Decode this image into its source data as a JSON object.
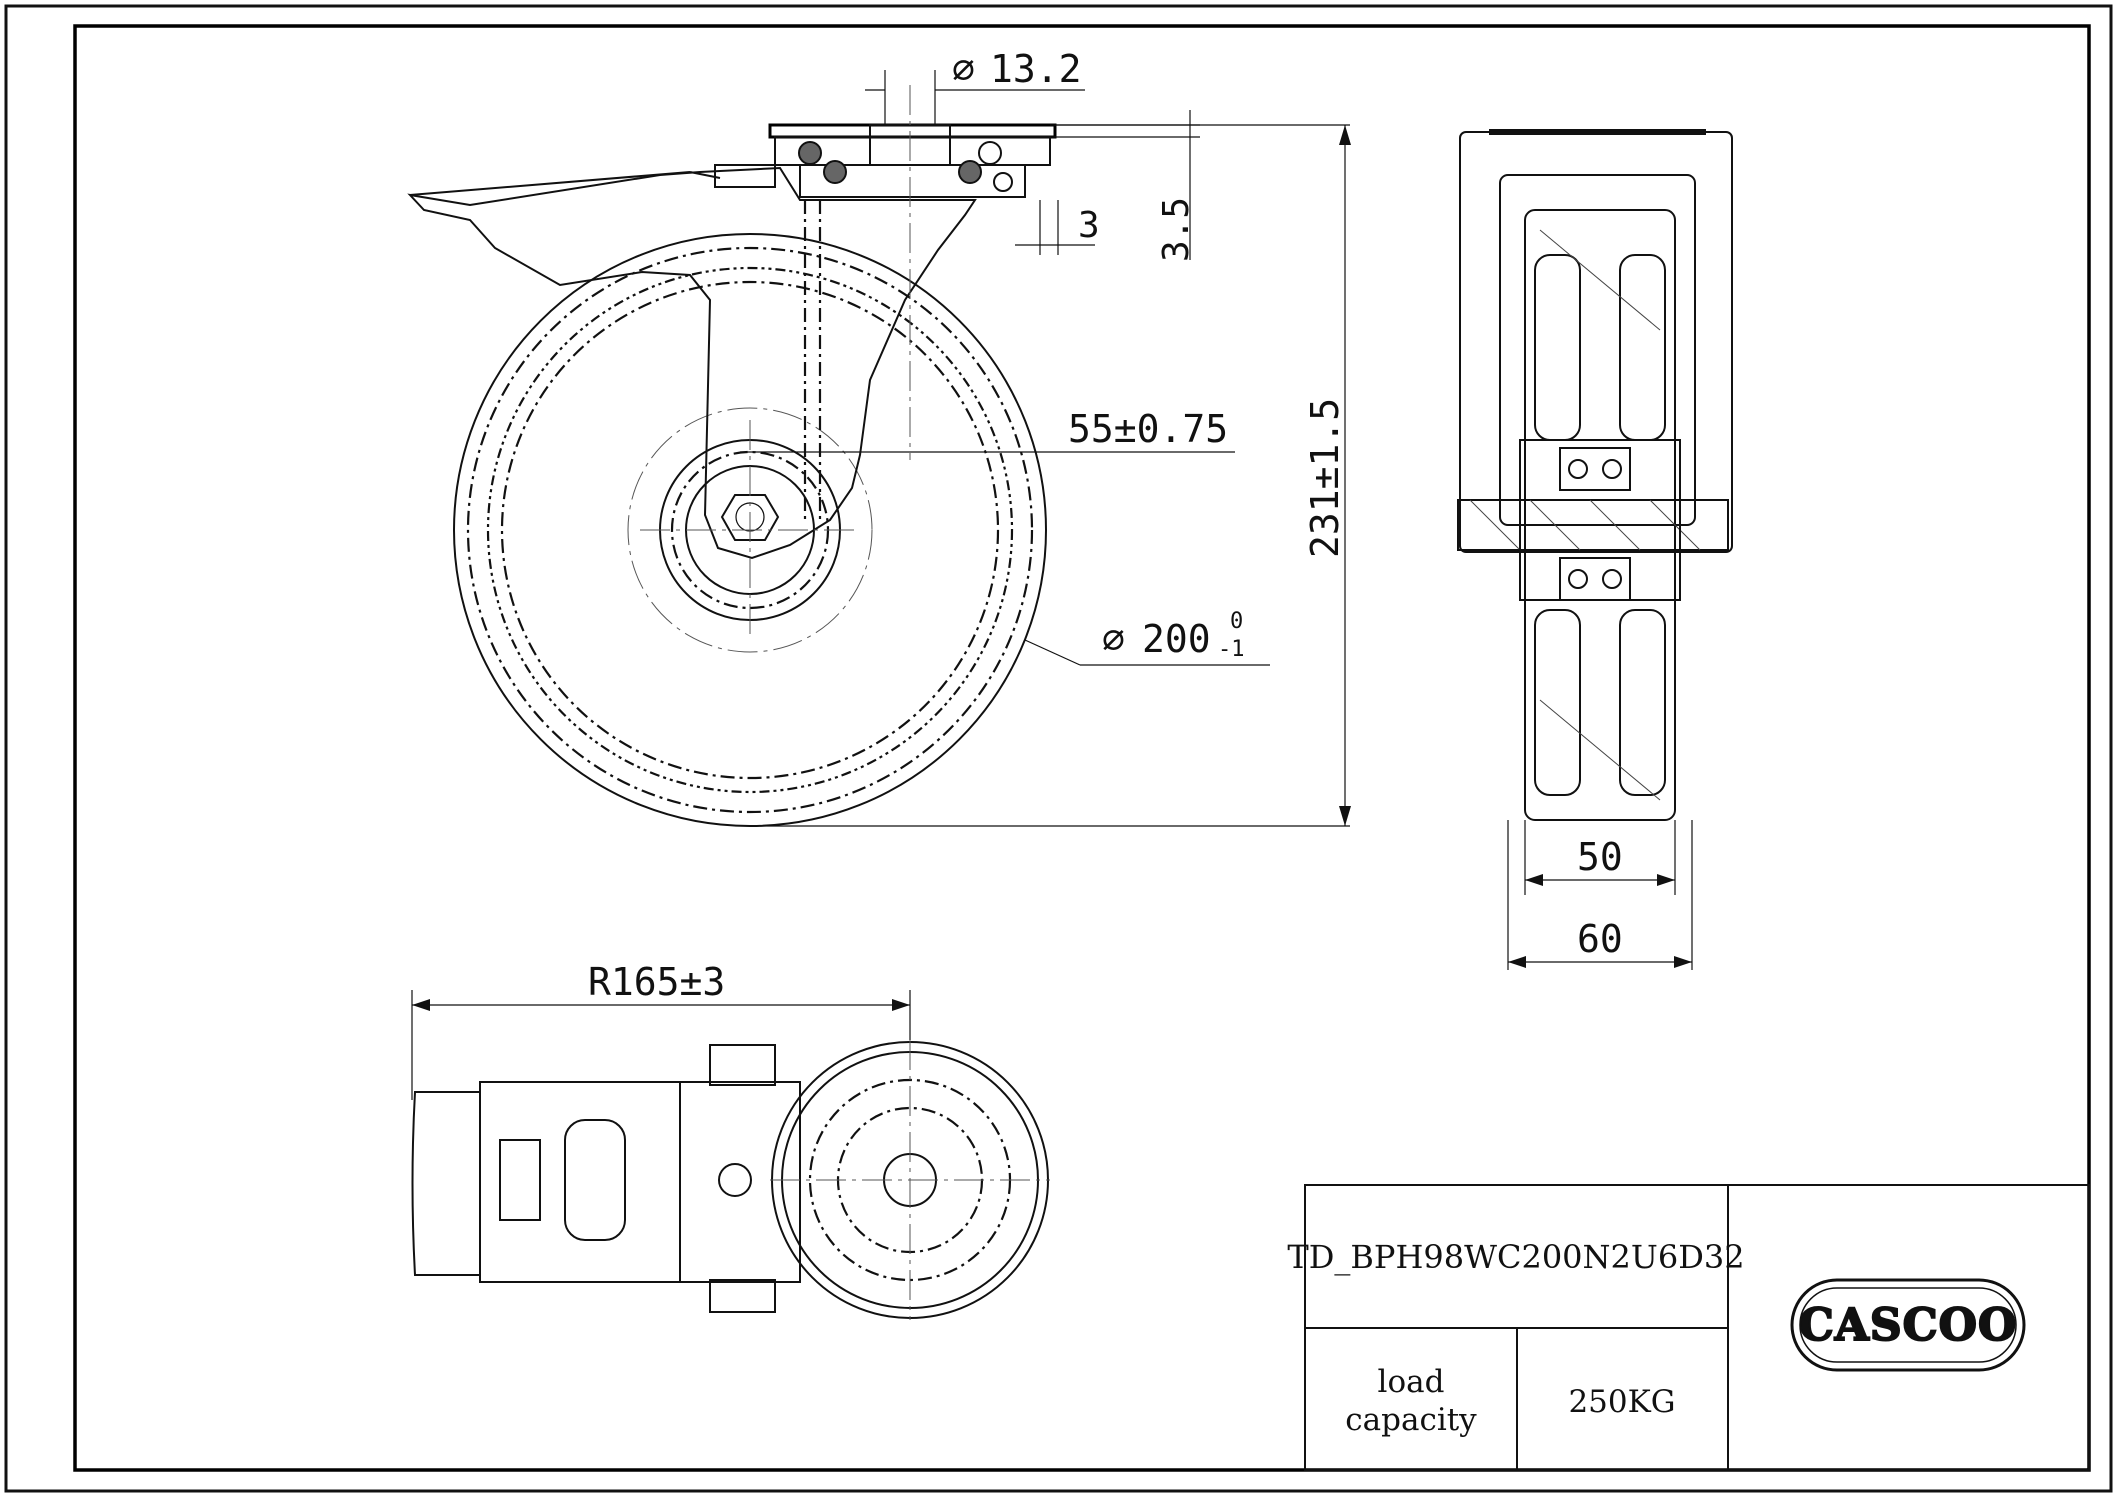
{
  "dimensions": {
    "bore_diameter": "13.2",
    "plate_thickness": "3.5",
    "kingpin_offset_small": "3",
    "swivel_offset": "55±0.75",
    "total_height": "231±1.5",
    "wheel_diameter": "200",
    "wheel_tol_upper": "0",
    "wheel_tol_lower": "-1",
    "tread_width": "50",
    "overall_width": "60",
    "swivel_radius": "R165±3"
  },
  "symbols": {
    "diameter": "∅"
  },
  "title_block": {
    "part_number": "TD_BPH98WC200N2U6D32",
    "load_label_line1": "load",
    "load_label_line2": "capacity",
    "load_value": "250KG",
    "logo_text": "CASCOO"
  },
  "colors": {
    "line": "#111111",
    "background": "#ffffff"
  }
}
